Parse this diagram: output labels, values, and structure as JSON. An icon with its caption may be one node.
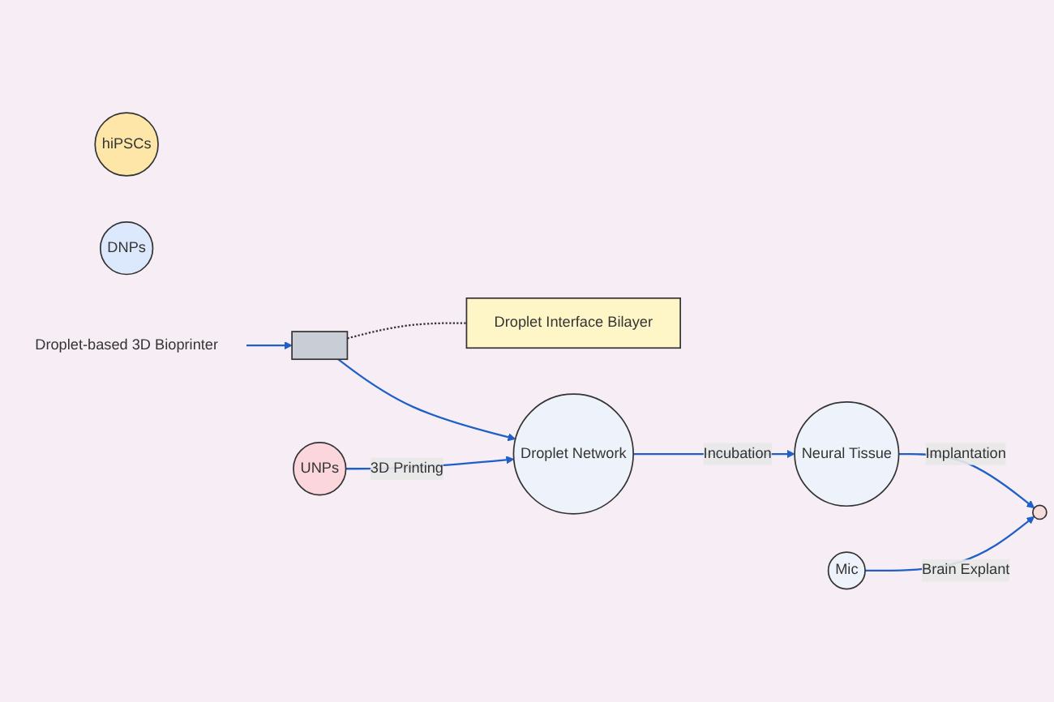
{
  "diagram": {
    "nodes": [
      {
        "text": [
          "hiPSCs"
        ]
      },
      {
        "text": [
          "DNPs"
        ]
      },
      {
        "text": [
          "UNPs"
        ]
      },
      {
        "text": [
          "Droplet-based 3D Bioprinter"
        ]
      },
      {
        "text": [],
        "shape": "box"
      },
      {
        "text": [
          "Droplet Interface Bilayer"
        ]
      },
      {
        "text": [
          "Droplet Network"
        ]
      },
      {
        "text": [
          "Neural Tissue"
        ]
      },
      {
        "text": [
          "Mic"
        ]
      },
      {
        "text": [],
        "shape": "circle"
      }
    ],
    "edges": [
      {
        "from": 3,
        "to": 4,
        "arrow": "to"
      },
      {
        "from": 4,
        "to": 5,
        "arrow": "none",
        "style": "dashed",
        "color": "#333333"
      },
      {
        "from": 4,
        "to": 6,
        "arrow": "to"
      },
      {
        "from": 2,
        "to": 6,
        "label": "3D Printing",
        "arrow": "to"
      },
      {
        "from": 6,
        "to": 7,
        "label": "Incubation",
        "arrow": "to"
      },
      {
        "from": 7,
        "to": 9,
        "label": "Implantation",
        "arrow": "to"
      },
      {
        "from": 8,
        "to": 9,
        "label": "Brain Explant",
        "arrow": "to"
      }
    ]
  }
}
